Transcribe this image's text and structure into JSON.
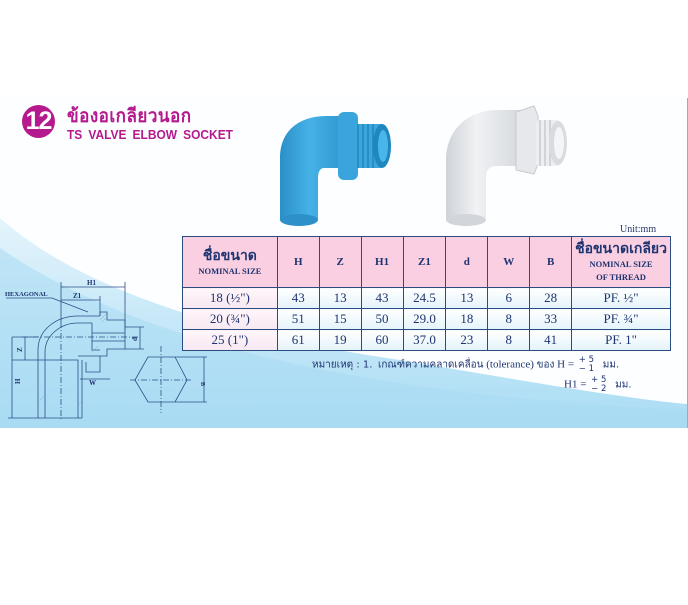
{
  "header": {
    "item_number": "12",
    "title_thai": "ข้องอเกลียวนอก",
    "title_english": "TS  VALVE ELBOW SOCKET"
  },
  "photos": [
    {
      "name": "blue-elbow-fitting",
      "color": "#3aa6dc"
    },
    {
      "name": "white-elbow-fitting",
      "color": "#e9ecef"
    }
  ],
  "unit": "Unit:mm",
  "table": {
    "headers": {
      "size_thai": "ชื่อขนาด",
      "size_en": "NOMINAL SIZE",
      "H": "H",
      "Z": "Z",
      "H1": "H1",
      "Z1": "Z1",
      "d": "d",
      "W": "W",
      "B": "B",
      "thread_thai": "ชื่อขนาดเกลียว",
      "thread_en_1": "NOMINAL SIZE",
      "thread_en_2": "OF THREAD"
    },
    "rows": [
      {
        "size": "18  (½\")",
        "H": "43",
        "Z": "13",
        "H1": "43",
        "Z1": "24.5",
        "d": "13",
        "W": "6",
        "B": "28",
        "thread": "PF. ½\""
      },
      {
        "size": "20  (¾\")",
        "H": "51",
        "Z": "15",
        "H1": "50",
        "Z1": "29.0",
        "d": "18",
        "W": "8",
        "B": "33",
        "thread": "PF. ¾\""
      },
      {
        "size": "25  (1\")",
        "H": "61",
        "Z": "19",
        "H1": "60",
        "Z1": "37.0",
        "d": "23",
        "W": "8",
        "B": "41",
        "thread": "PF. 1\""
      }
    ]
  },
  "note": {
    "label": "หมายเหตุ :  1.",
    "text_thai": "เกณฑ์ความคลาดเคลื่อน",
    "text_en": "(tolerance)",
    "of": "ของ",
    "h_label": "H =",
    "h_plus": "+ 5",
    "h_minus": "− 1",
    "h1_label": "H1 =",
    "h1_plus": "+ 5",
    "h1_minus": "− 2",
    "unit_thai": "มม."
  },
  "diagram": {
    "labels": {
      "hexagonal": "HEXAGONAL",
      "h1": "H1",
      "z1": "Z1",
      "z": "Z",
      "h": "H",
      "d": "d",
      "w": "W",
      "b": "B"
    }
  }
}
